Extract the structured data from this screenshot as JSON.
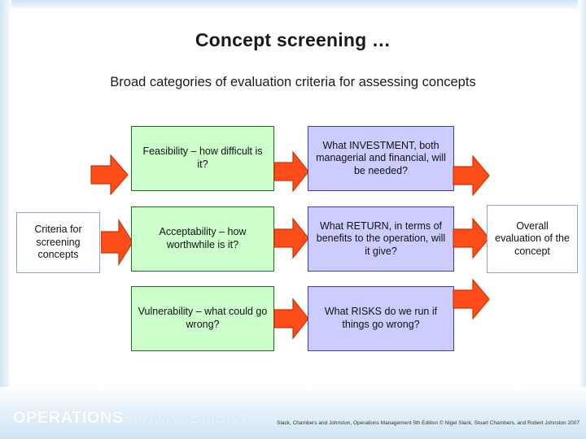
{
  "slide": {
    "title": "Concept screening …",
    "subtitle": "Broad categories of evaluation criteria for assessing concepts"
  },
  "boxes": {
    "criteria": "Criteria for screening concepts",
    "feasibility": "Feasibility – how difficult is it?",
    "acceptability": "Acceptability – how worthwhile is it?",
    "vulnerability": "Vulnerability – what could go wrong?",
    "investment": "What INVESTMENT, both managerial and financial, will be needed?",
    "return": "What RETURN, in terms of benefits to the operation, will it give?",
    "risks": "What RISKS do we run if things go wrong?",
    "overall": "Overall evaluation of the concept"
  },
  "footer": {
    "logo_bold": "OPERATIONS",
    "logo_light": "MANAGEMENT",
    "credit": "Slack, Chambers and Johnston, Operations Management 5th Edition © Nigel Slack, Stuart Chambers, and Robert Johnston 2007"
  },
  "colors": {
    "arrow_fill": "#ff4d1a",
    "arrow_stroke": "#cc3300",
    "green_fill": "#ccffcc",
    "green_border": "#1a6b1a",
    "violet_fill": "#ccccff",
    "violet_border": "#3b3bbf"
  }
}
